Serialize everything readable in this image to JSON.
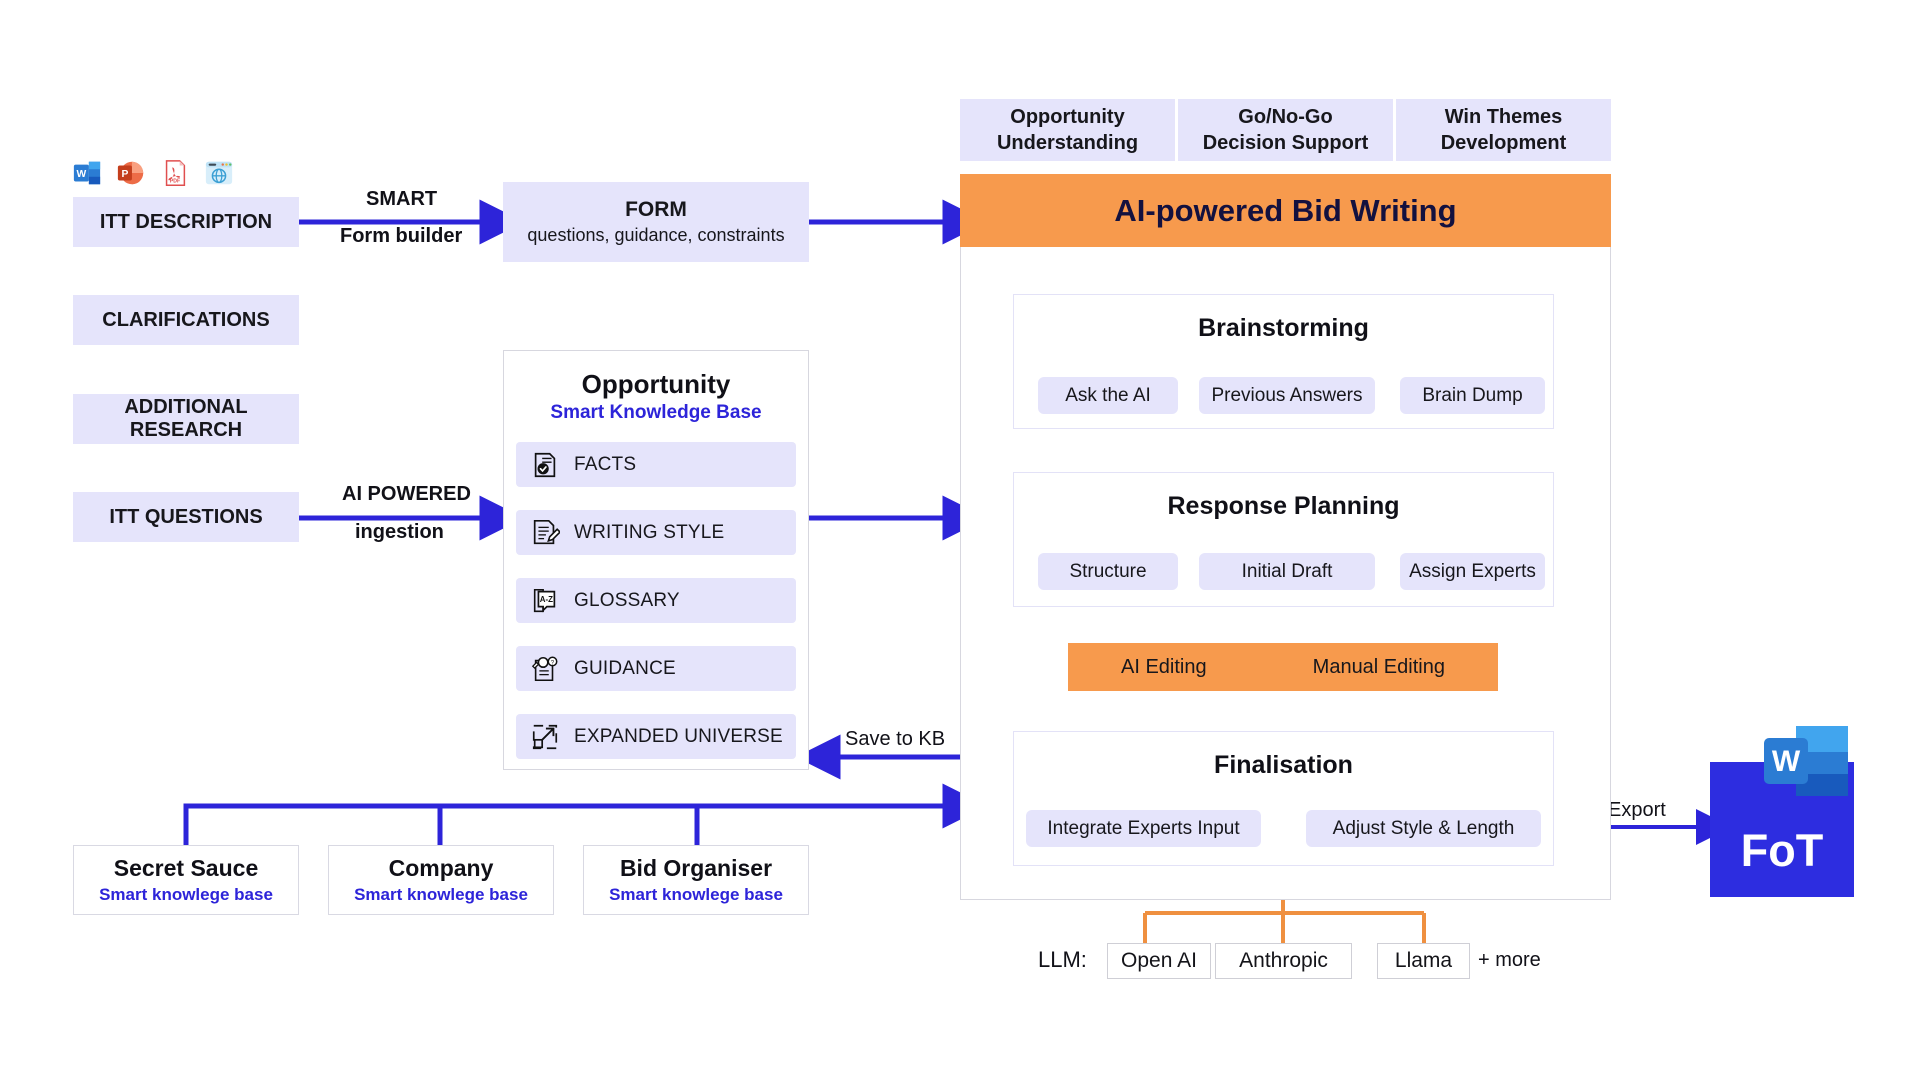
{
  "sources": {
    "file_icons": [
      "word-icon",
      "powerpoint-icon",
      "pdf-icon",
      "web-icon"
    ],
    "items": [
      {
        "label": "ITT DESCRIPTION"
      },
      {
        "label": "CLARIFICATIONS"
      },
      {
        "label": "ADDITIONAL RESEARCH"
      },
      {
        "label": "ITT QUESTIONS"
      }
    ]
  },
  "arrows": {
    "smart_top": "SMART",
    "smart_bottom": "Form builder",
    "ingestion_top": "AI POWERED",
    "ingestion_bottom": "ingestion",
    "save_to_kb": "Save to KB",
    "export": "Export"
  },
  "form": {
    "title": "FORM",
    "subtitle": "questions, guidance, constraints"
  },
  "knowledge_base": {
    "title": "Opportunity",
    "subtitle": "Smart Knowledge Base",
    "rows": [
      {
        "label": "FACTS",
        "icon": "facts-document-check-icon"
      },
      {
        "label": "WRITING STYLE",
        "icon": "writing-style-pencil-icon"
      },
      {
        "label": "GLOSSARY",
        "icon": "glossary-az-book-icon"
      },
      {
        "label": "GUIDANCE",
        "icon": "guidance-lightbulb-icon"
      },
      {
        "label": "EXPANDED UNIVERSE",
        "icon": "expand-arrow-icon"
      }
    ]
  },
  "tabs": [
    {
      "line1": "Opportunity",
      "line2": "Understanding"
    },
    {
      "line1": "Go/No-Go",
      "line2": "Decision Support"
    },
    {
      "line1": "Win Themes",
      "line2": "Development"
    }
  ],
  "main": {
    "header": "AI-powered Bid Writing",
    "brainstorming": {
      "title": "Brainstorming",
      "pills": [
        "Ask the AI",
        "Previous Answers",
        "Brain Dump"
      ]
    },
    "response_planning": {
      "title": "Response Planning",
      "pills": [
        "Structure",
        "Initial Draft",
        "Assign Experts"
      ]
    },
    "editing": {
      "left": "AI Editing",
      "right": "Manual Editing"
    },
    "finalisation": {
      "title": "Finalisation",
      "pills": [
        "Integrate Experts Input",
        "Adjust Style & Length"
      ]
    }
  },
  "bottom_kb": [
    {
      "title": "Secret Sauce",
      "subtitle": "Smart knowlege base"
    },
    {
      "title": "Company",
      "subtitle": "Smart knowlege base"
    },
    {
      "title": "Bid Organiser",
      "subtitle": "Smart knowlege base"
    }
  ],
  "llm": {
    "label": "LLM:",
    "providers": [
      "Open AI",
      "Anthropic",
      "Llama"
    ],
    "more": "+ more"
  },
  "export_target": {
    "label": "FoT",
    "badge": "W"
  },
  "colors": {
    "lavender": "#e5e4fb",
    "orange": "#f79a4d",
    "blue": "#2d24d9",
    "accent_text": "#2d24d9"
  }
}
